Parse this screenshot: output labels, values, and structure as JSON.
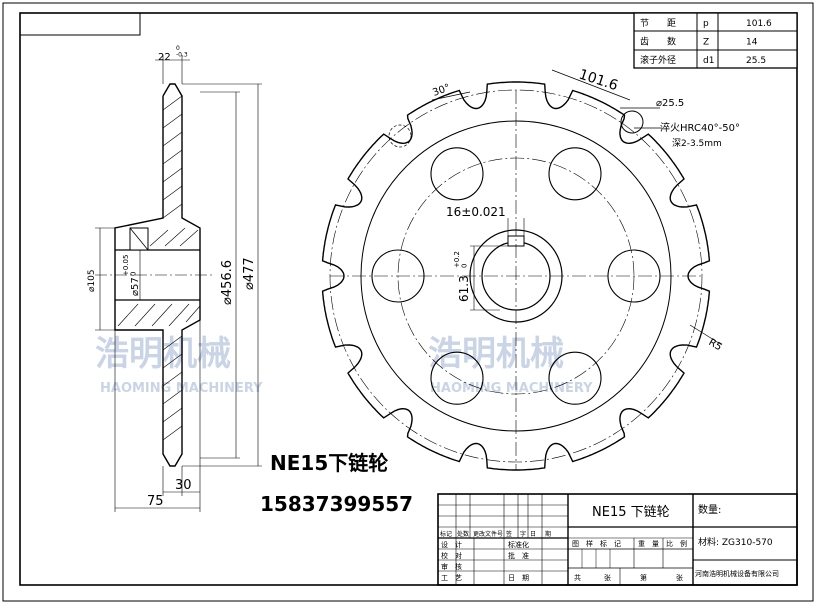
{
  "params_table": [
    {
      "label": "节　　距",
      "symbol": "p",
      "value": "101.6"
    },
    {
      "label": "齿　　数",
      "symbol": "Z",
      "value": "14"
    },
    {
      "label": "滚子外径",
      "symbol": "d1",
      "value": "25.5"
    }
  ],
  "side_view": {
    "dim_top": "22",
    "dim_top_tol": "0\n-0.3",
    "dim_hub_od": "⌀105",
    "dim_bore": "⌀57",
    "dim_bore_tol": "+0.05\n0",
    "dim_pitch": "⌀456.6",
    "dim_od": "⌀477",
    "dim_width": "75",
    "dim_tooth": "30"
  },
  "front_view": {
    "angle": "30°",
    "pitch": "101.6",
    "roller": "⌀25.5",
    "hardening_1": "淬火HRC40°-50°",
    "hardening_2": "深2-3.5mm",
    "keyway": "16±0.021",
    "keyway_depth": "61.3",
    "keyway_depth_tol": "+0.2\n0",
    "radius": "R5"
  },
  "product_title": "NE15下链轮",
  "phone": "15837399557",
  "watermark": {
    "cn": "浩明机械",
    "en": "HAOMING MACHINERY"
  },
  "title_block": {
    "part_name": "NE15  下链轮",
    "qty_label": "数量:",
    "material": "材料: ZG310-570",
    "company": "河南浩明机械设备有限公司",
    "rev_headers": [
      "标记",
      "处数",
      "更改文件号",
      "签",
      "字",
      "日",
      "期"
    ],
    "rows": [
      "设　计",
      "校　对",
      "审　核",
      "工　艺"
    ],
    "mid_labels": [
      "标准化",
      "批　准",
      "日　期"
    ],
    "stage_headers": [
      "图　样　标　记",
      "重　量",
      "比　例"
    ],
    "footer": [
      "共",
      "张",
      "第",
      "张"
    ]
  }
}
